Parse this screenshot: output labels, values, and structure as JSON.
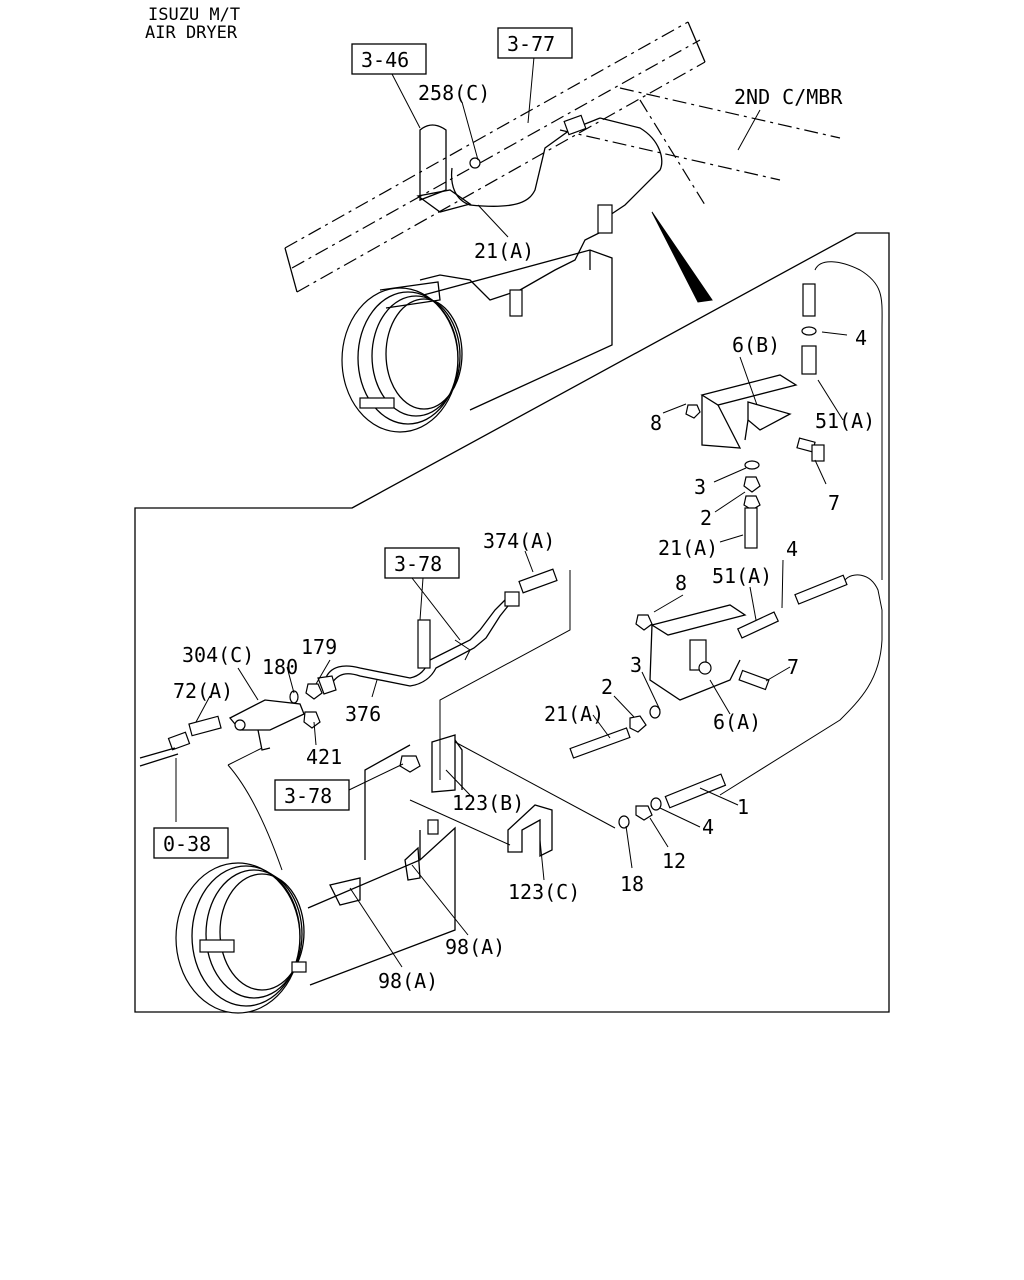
{
  "header": {
    "line1": "ISUZU M/T",
    "line2": "AIR DRYER"
  },
  "refs": {
    "r1": "3-46",
    "r2": "3-77",
    "r3": "3-78",
    "r4": "3-78",
    "r5": "0-38"
  },
  "labels": {
    "p258c": "258(C)",
    "mbr": "2ND C/MBR",
    "p21a_top": "21(A)",
    "p4_a": "4",
    "p6b": "6(B)",
    "p8_a": "8",
    "p51a_a": "51(A)",
    "p3_a": "3",
    "p7_a": "7",
    "p2_a": "2",
    "p21a_a": "21(A)",
    "p374a": "374(A)",
    "p4_b": "4",
    "p8_b": "8",
    "p51a_b": "51(A)",
    "p304c": "304(C)",
    "p179": "179",
    "p180": "180",
    "p72a": "72(A)",
    "p3_b": "3",
    "p7_b": "7",
    "p2_b": "2",
    "p21a_b": "21(A)",
    "p6a": "6(A)",
    "p376": "376",
    "p421": "421",
    "p123b": "123(B)",
    "p1": "1",
    "p4_c": "4",
    "p12": "12",
    "p123c": "123(C)",
    "p18": "18",
    "p98a_a": "98(A)",
    "p98a_b": "98(A)"
  }
}
